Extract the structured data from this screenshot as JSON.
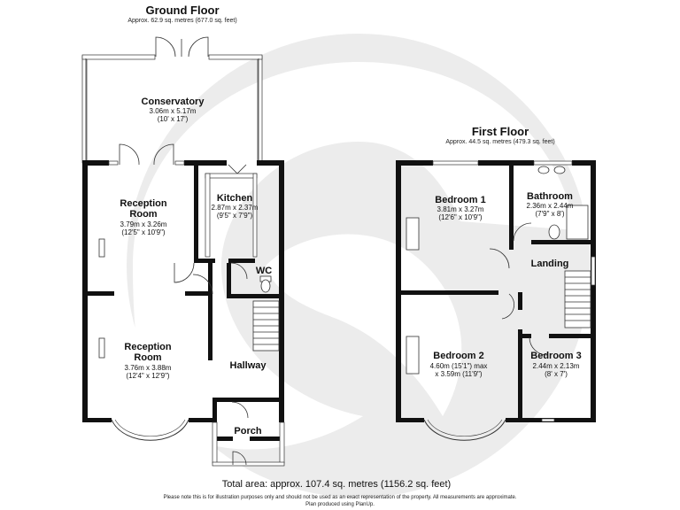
{
  "ground_floor": {
    "title": "Ground Floor",
    "area": "Approx. 62.9 sq. metres (677.0 sq. feet)",
    "rooms": [
      {
        "name": "Conservatory",
        "dim_metric": "3.06m x 5.17m",
        "dim_imperial": "(10' x 17')"
      },
      {
        "name_line1": "Reception",
        "name_line2": "Room",
        "dim_metric": "3.79m x 3.26m",
        "dim_imperial": "(12'5\" x 10'9\")"
      },
      {
        "name": "Kitchen",
        "dim_metric": "2.87m x 2.37m",
        "dim_imperial": "(9'5\" x 7'9\")"
      },
      {
        "name": "WC"
      },
      {
        "name_line1": "Reception",
        "name_line2": "Room",
        "dim_metric": "3.76m x 3.88m",
        "dim_imperial": "(12'4\" x 12'9\")"
      },
      {
        "name": "Hallway"
      },
      {
        "name": "Porch"
      }
    ]
  },
  "first_floor": {
    "title": "First Floor",
    "area": "Approx. 44.5 sq. metres (479.3 sq. feet)",
    "rooms": [
      {
        "name": "Bedroom 1",
        "dim_metric": "3.81m x 3.27m",
        "dim_imperial": "(12'6\" x 10'9\")"
      },
      {
        "name": "Bathroom",
        "dim_metric": "2.36m x 2.44m",
        "dim_imperial": "(7'9\" x 8')"
      },
      {
        "name": "Landing"
      },
      {
        "name": "Bedroom 2",
        "dim_line1": "4.60m (15'1\") max",
        "dim_line2": "x 3.59m (11'9\")"
      },
      {
        "name": "Bedroom 3",
        "dim_metric": "2.44m x 2.13m",
        "dim_imperial": "(8' x 7')"
      }
    ]
  },
  "total_area": "Total area: approx. 107.4 sq. metres (1156.2 sq. feet)",
  "disclaimer_line1": "Please note this is for illustration purposes only and should not be used as an exact representation of the property. All measurements are approximate.",
  "disclaimer_line2": "Plan produced using PlanUp.",
  "colors": {
    "wall": "#111111",
    "watermark": "#ececec",
    "background": "#ffffff"
  }
}
